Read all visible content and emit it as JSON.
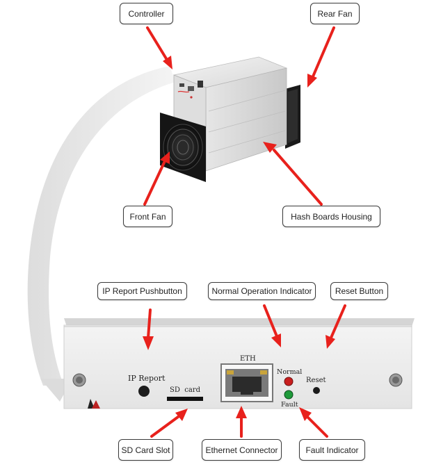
{
  "labels": {
    "controller": "Controller",
    "rear_fan": "Rear Fan",
    "front_fan": "Front Fan",
    "hash_boards_housing": "Hash Boards Housing",
    "ip_report_pushbutton": "IP Report Pushbutton",
    "normal_operation_indicator": "Normal Operation Indicator",
    "reset_button": "Reset Button",
    "sd_card_slot": "SD Card Slot",
    "ethernet_connector": "Ethernet Connector",
    "fault_indicator": "Fault Indicator"
  },
  "panel_print": {
    "ip_report": "IP Report",
    "sd_card": "SD  card",
    "eth": "ETH",
    "normal": "Normal",
    "fault": "Fault",
    "reset": "Reset"
  },
  "colors": {
    "arrow": "#e8211c",
    "normal_led": "#c81e1e",
    "fault_led": "#1f9a3a",
    "panel": "#ededed"
  }
}
